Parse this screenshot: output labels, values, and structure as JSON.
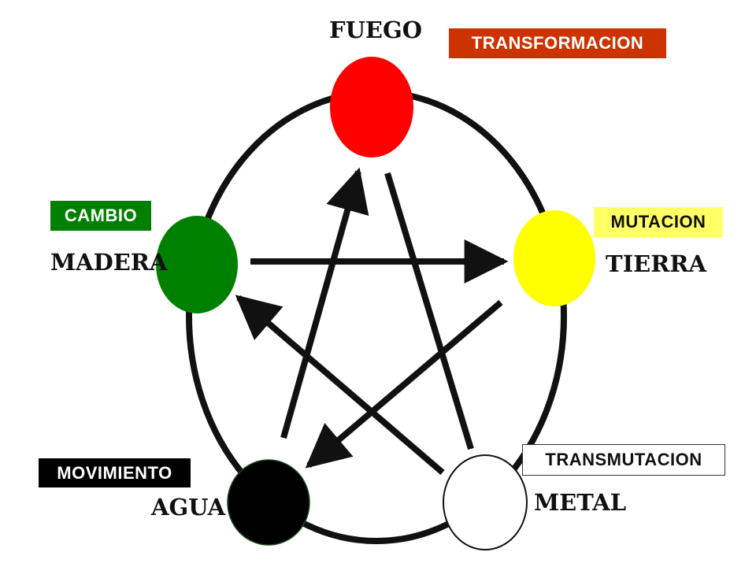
{
  "elements": {
    "fuego": {
      "label": "FUEGO",
      "color": "#ff0000"
    },
    "tierra": {
      "label": "TIERRA",
      "color": "#ffff00"
    },
    "metal": {
      "label": "METAL",
      "color": "#ffffff"
    },
    "agua": {
      "label": "AGUA",
      "color": "#000000"
    },
    "madera": {
      "label": "MADERA",
      "color": "#008000"
    }
  },
  "tags": {
    "transformacion": {
      "text": "TRANSFORMACION",
      "bg": "#cc3300",
      "fg": "#ffffff"
    },
    "cambio": {
      "text": "CAMBIO",
      "bg": "#008000",
      "fg": "#ffffff"
    },
    "mutacion": {
      "text": "MUTACION",
      "bg": "#ffff66",
      "fg": "#111111"
    },
    "transmutacion": {
      "text": "TRANSMUTACION",
      "bg": "#ffffff",
      "fg": "#111111"
    },
    "movimiento": {
      "text": "MOVIMIENTO",
      "bg": "#000000",
      "fg": "#ffffff"
    }
  },
  "colors": {
    "ink": "#111111"
  }
}
